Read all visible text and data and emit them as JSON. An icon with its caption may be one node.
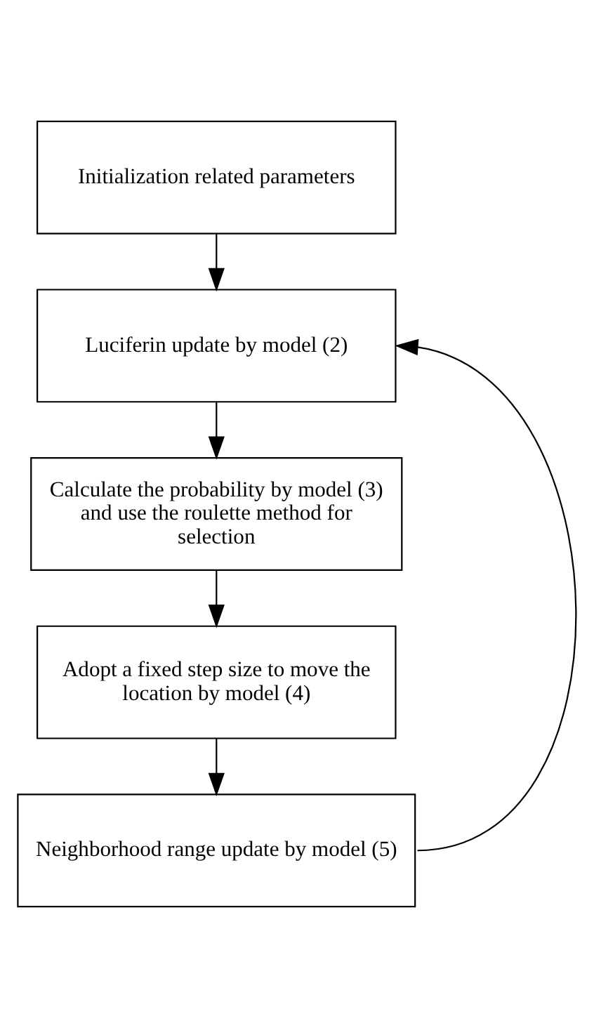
{
  "diagram": {
    "nodes": [
      {
        "text": [
          "Initialization related parameters"
        ]
      },
      {
        "text": [
          "Luciferin update by model (2)"
        ]
      },
      {
        "text": [
          "Calculate the probability by model (3) and use the roulette method for selection"
        ]
      },
      {
        "text": [
          "Adopt a fixed step size to move the location by model (4)"
        ]
      },
      {
        "text": [
          "Neighborhood range update by model (5)"
        ]
      }
    ],
    "edges": [
      {
        "from": 0,
        "to": 1,
        "arrow": "to"
      },
      {
        "from": 1,
        "to": 2,
        "arrow": "to"
      },
      {
        "from": 2,
        "to": 3,
        "arrow": "to"
      },
      {
        "from": 3,
        "to": 4,
        "arrow": "to"
      },
      {
        "from": 4,
        "to": 1,
        "arrow": "to"
      }
    ]
  }
}
